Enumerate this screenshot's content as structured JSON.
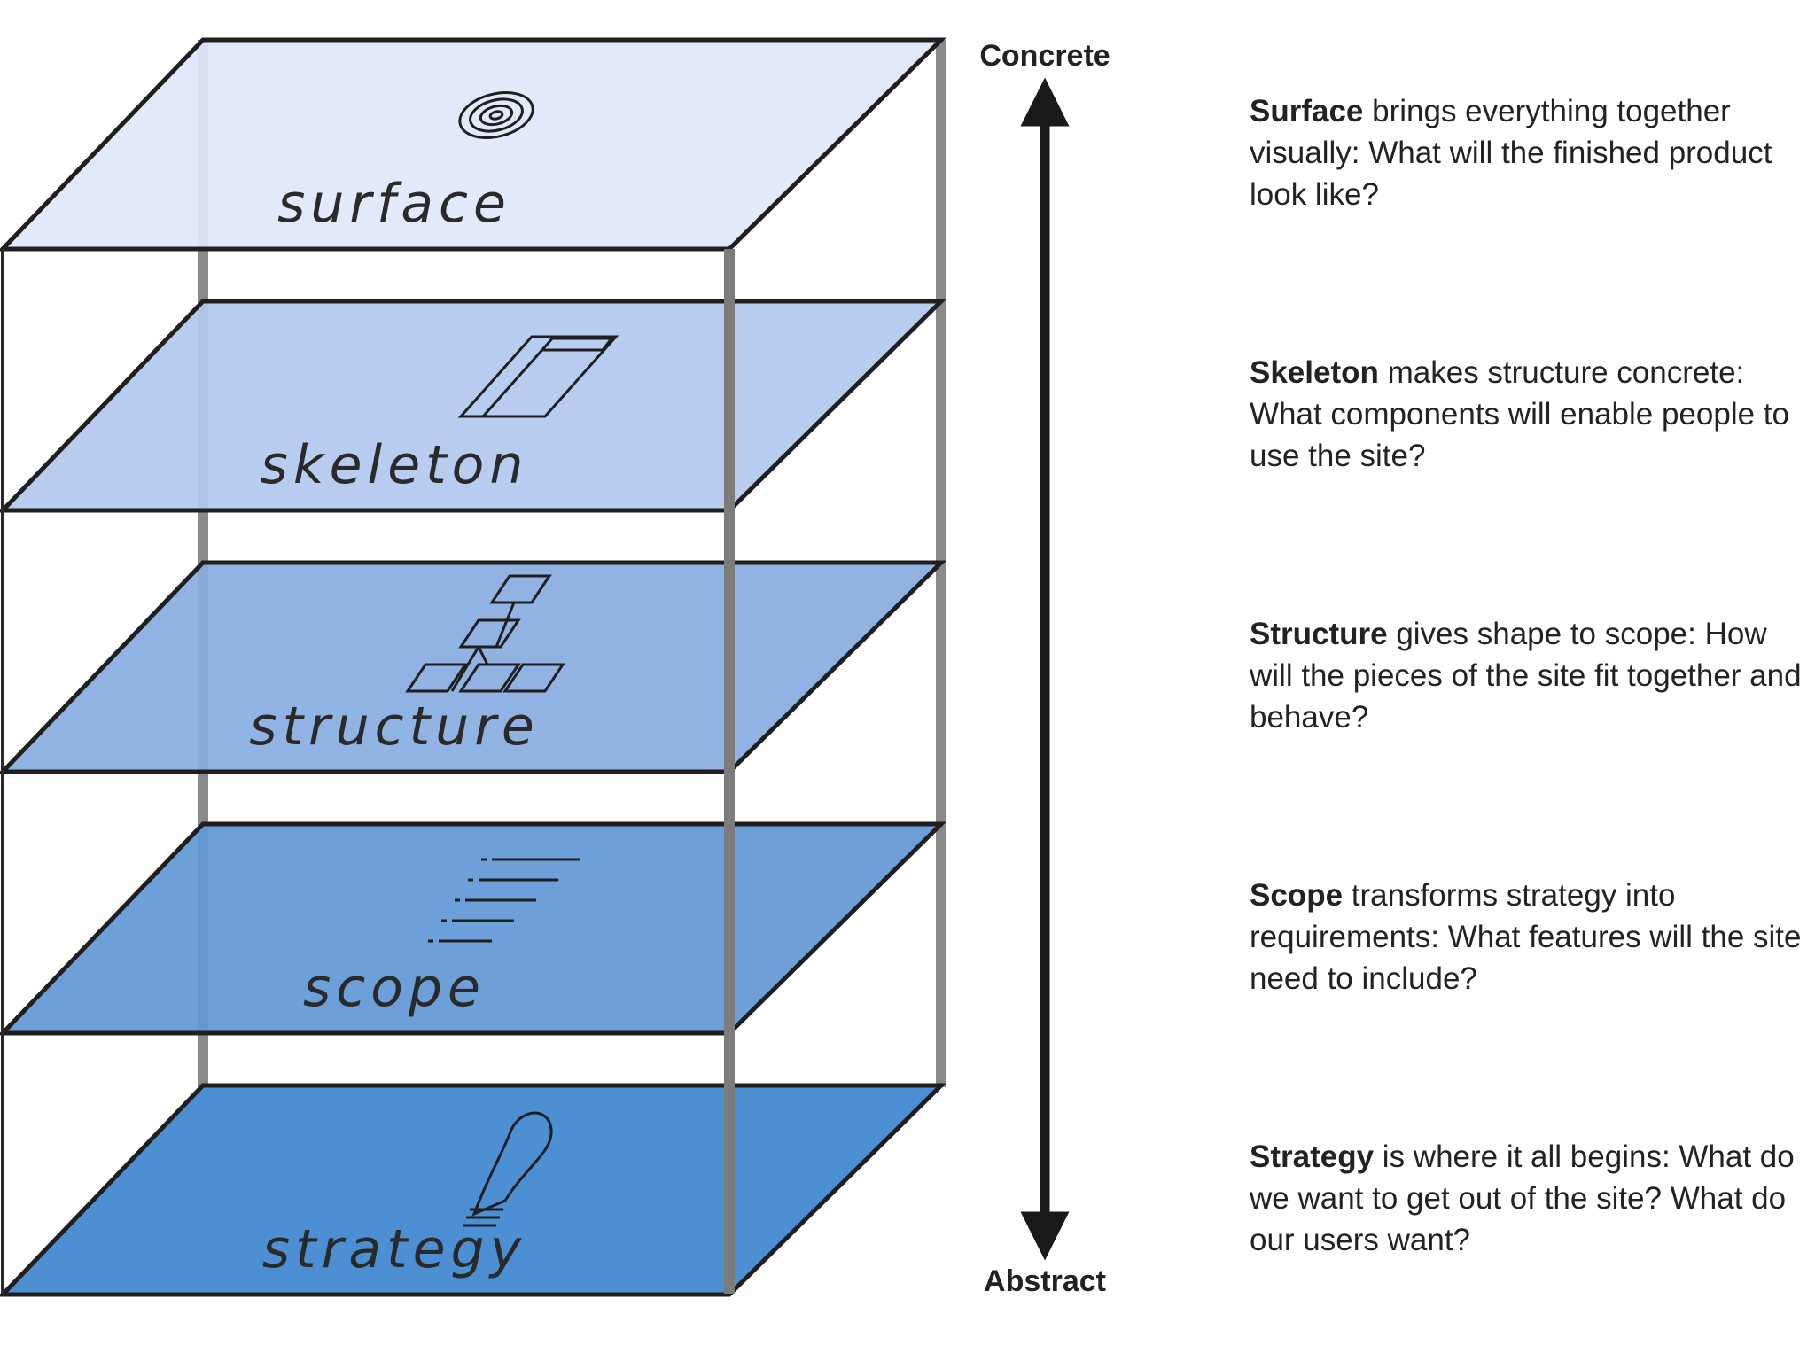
{
  "axis": {
    "top_label": "Concrete",
    "bottom_label": "Abstract"
  },
  "planes": [
    {
      "id": "surface",
      "label": "surface",
      "icon": "fingerprint-icon",
      "color": "#e0e8f8"
    },
    {
      "id": "skeleton",
      "label": "skeleton",
      "icon": "wireframe-icon",
      "color": "#b1c8ed"
    },
    {
      "id": "structure",
      "label": "structure",
      "icon": "sitemap-icon",
      "color": "#88ade2"
    },
    {
      "id": "scope",
      "label": "scope",
      "icon": "list-icon",
      "color": "#6198d6"
    },
    {
      "id": "strategy",
      "label": "strategy",
      "icon": "lightbulb-icon",
      "color": "#3d86cf"
    }
  ],
  "descriptions": [
    {
      "term": "Surface",
      "text": " brings everything together visually: What will the finished product look like?"
    },
    {
      "term": "Skeleton",
      "text": " makes structure concrete: What components will enable people to use the site?"
    },
    {
      "term": "Structure",
      "text": " gives shape to scope: How will the pieces of the site fit together and behave?"
    },
    {
      "term": "Scope",
      "text": " transforms strategy into requirements: What features will the site need to include?"
    },
    {
      "term": "Strategy",
      "text": " is where it all begins: What do we want to get out of the site? What do our users want?"
    }
  ]
}
